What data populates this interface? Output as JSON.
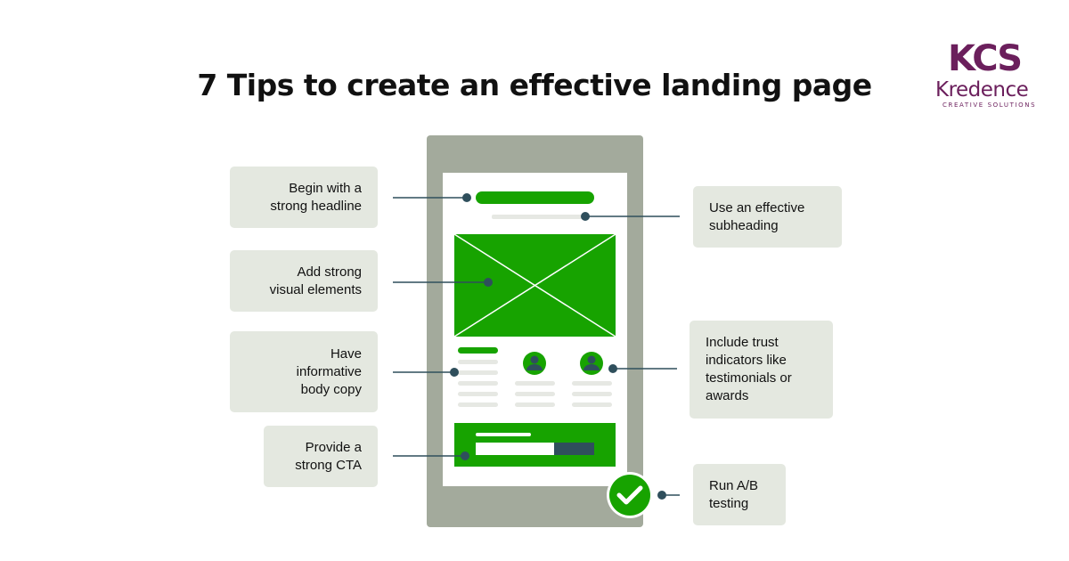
{
  "title": "7 Tips to create an effective landing page",
  "logo": {
    "mark": "KCS",
    "name": "Kredence",
    "tagline": "CREATIVE SOLUTIONS"
  },
  "tips": {
    "headline": "Begin with a\nstrong headline",
    "subheading": "Use an effective\nsubheading",
    "visual": "Add strong\nvisual elements",
    "body": "Have\ninformative\nbody copy",
    "trust": "Include trust\nindicators like\ntestimonials or\nawards",
    "cta": "Provide a\nstrong CTA",
    "ab": "Run A/B\ntesting"
  },
  "colors": {
    "phone_frame": "#a3aa9c",
    "screen": "#ffffff",
    "accent_green": "#17a300",
    "connector": "#2f4f5c",
    "box_bg": "#e4e8e0",
    "placeholder_line": "#e6e8e3",
    "cta_button_dark": "#2f4f5c",
    "logo_purple": "#6b1f5c"
  }
}
